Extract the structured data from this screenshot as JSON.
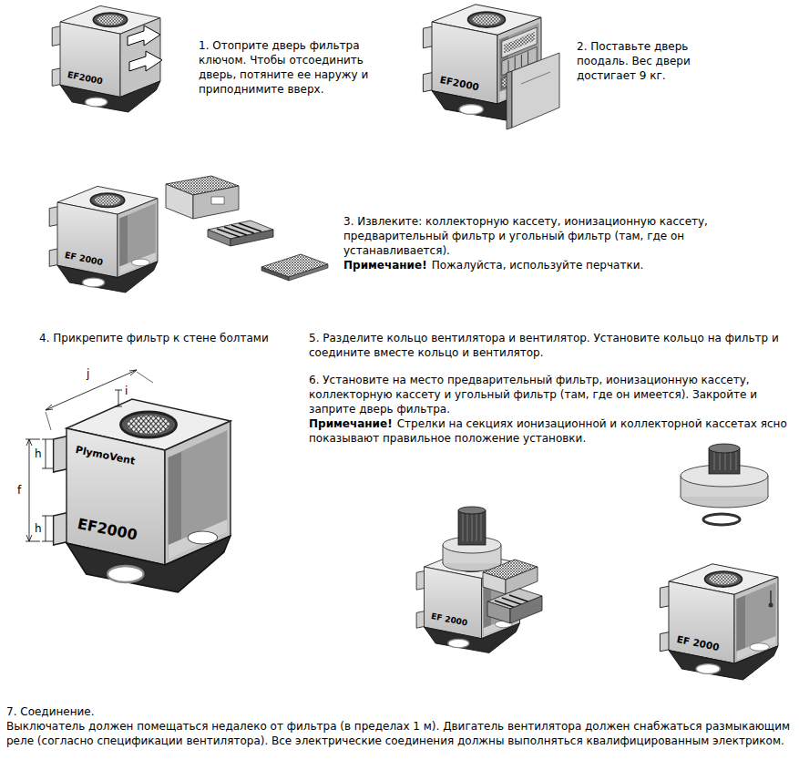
{
  "diagram": {
    "labels": [
      "1. Отоприте дверь фильтра ключом. Чтобы отсоединить дверь, потяните ее наружу и приподнимите вверх.",
      "2. Поставьте дверь поодаль. Вес двери достигает 9 кг.",
      "3. Извлеките: коллекторную кассету, ионизационную кассету, предварительный фильтр и угольный фильтр (там, где он устанавливается).",
      "Примечание!",
      "Пожалуйста, используйте перчатки.",
      "4. Прикрепите фильтр к стене болтами",
      "5. Разделите кольцо вентилятора и вентилятор. Установите кольцо на фильтр и соедините вместе кольцо и вентилятор.",
      "6. Установите на место предварительный фильтр, ионизационную кассету, коллекторную кассету и угольный фильтр (там, где он имеется). Закройте и заприте дверь фильтра.",
      "Примечание!",
      "Стрелки на секциях ионизационной и коллекторной кассетах ясно показывают правильное положение установки.",
      "7. Соединение.",
      "Выключатель должен помещаться недалеко от фильтра (в пределах 1 м). Двигатель вентилятора должен снабжаться размыкающим реле (согласно спецификации вентилятора). Все электрические соединения должны выполняться квалифицированным электриком.",
      "j",
      "i",
      "h",
      "f",
      "h",
      "EF2000",
      "EF2000",
      "EF 2000",
      "PlymoVent",
      "EF2000",
      "EF 2000",
      "EF 2000"
    ]
  }
}
